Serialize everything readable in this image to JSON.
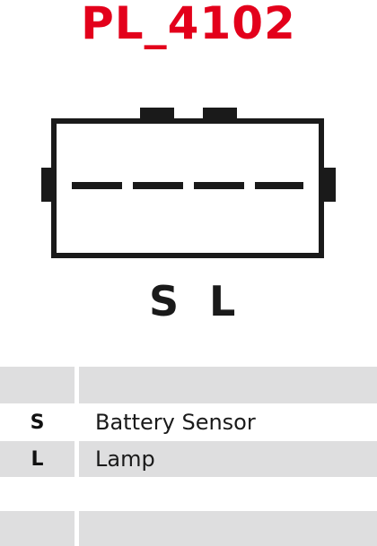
{
  "title": "PL_4102",
  "connector": {
    "pins": [
      "S",
      "L"
    ]
  },
  "pin_table": {
    "rows": [
      {
        "code": "",
        "description": ""
      },
      {
        "code": "S",
        "description": "Battery Sensor"
      },
      {
        "code": "L",
        "description": "Lamp"
      },
      {
        "code": "",
        "description": ""
      },
      {
        "code": "",
        "description": ""
      }
    ]
  },
  "colors": {
    "title": "#e3001b",
    "outline": "#1a1a1a",
    "row_shade": "#dededf"
  }
}
